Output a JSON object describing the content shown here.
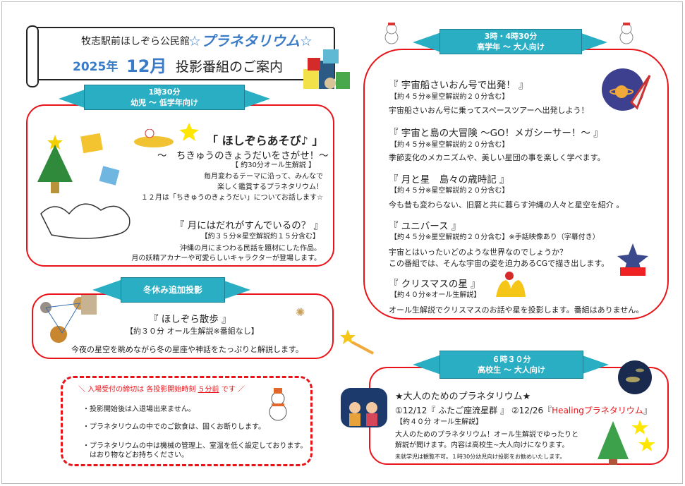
{
  "header": {
    "venue": "牧志駅前ほしぞら公民館",
    "title": "☆プラネタリウム☆",
    "year": "2025年",
    "month": "12月",
    "subtitle": "投影番組のご案内"
  },
  "section1": {
    "time": "1時30分",
    "audience": "幼児 ～ 低学年向け",
    "program1": {
      "title": "「 ほしぞらあそび♪ 」",
      "subtitle": "～　ちきゅうのきょうだいをさがせ！～",
      "duration": "【 約30分オール生解説 】",
      "desc": [
        "毎月変わるテーマに沿って、みんなで",
        "楽しく鑑賞するプラネタリウム！",
        "１２月は「ちきゅうのきょうだい」についてお話します☆"
      ]
    },
    "program2": {
      "title": "『 月にはだれがすんでいるの？ 』",
      "duration": "【約３５分※星空解説約１５分含む】",
      "desc": [
        "沖縄の月にまつわる民話を題材にした作品。",
        "月の妖精アカナーや可愛らしいキャラクターが登場します。"
      ]
    }
  },
  "section2": {
    "label": "冬休み追加投影",
    "title": "『 ほしぞら散歩 』",
    "duration": "【約３０分 オール生解説※番組なし】",
    "desc": "今夜の星空を眺めながら冬の星座や神話をたっぷりと解説します。"
  },
  "notice": {
    "headline_pre": "＼ 入場受付の締切は 各投影開始時刻",
    "headline_em": "５分前",
    "headline_post": "です ／",
    "items": [
      "・投影開始後は入退場出来ません。",
      "・プラネタリウムの中でのご飲食は、固くお断りします。",
      "・プラネタリウムの中は機械の管理上、室温を低く設定しております。",
      "　はおり物などお持ちください。"
    ]
  },
  "section3": {
    "time": "3時・4時30分",
    "audience": "高学年 ～ 大人向け",
    "programs": [
      {
        "title": "『 宇宙船さいおん号で出発！ 』",
        "duration": "【約４５分※星空解説約２０分含む】",
        "desc": "宇宙船さいおん号に乗ってスペースツアーへ出発しよう！"
      },
      {
        "title": "『 宇宙と島の大冒険 ～GO！メガシーサー！～ 』",
        "duration": "【約４５分※星空解説約２０分含む】",
        "desc": "季節変化のメカニズムや、美しい星団の事を楽しく学べます。"
      },
      {
        "title": "『 月と星　島々の歳時記 』",
        "duration": "【約４５分※星空解説約２０分含む】",
        "desc": "今も昔も変わらない、旧暦と共に暮らす沖縄の人々と星空を紹介 。"
      },
      {
        "title": "『 ユニバース 』",
        "duration": "【約４５分※星空解説約２０分含む】※手話映像あり（字幕付き）",
        "desc": "宇宙とはいったいどのような世界なのでしょうか？",
        "desc2": "この番組では、そんな宇宙の姿を迫力あるCGで描き出します。"
      },
      {
        "title": "『 クリスマスの星 』",
        "duration": "【約４０分※オール生解説】",
        "desc": "オール生解説でクリスマスのお話や星を投影します。番組はありません。"
      }
    ]
  },
  "section4": {
    "time": "６時３０分",
    "audience": "高校生 ～ 大人向け",
    "title": "★大人のためのプラネタリウム★",
    "date1": "①12/12『 ふたご座流星群 』",
    "date2_pre": "②12/26『",
    "date2_em": "Healingプラネタリウム",
    "date2_post": "』",
    "duration": "【約４０分 オール生解説】",
    "desc": [
      "大人のためのプラネタリウム！オール生解説でゆったりと",
      "解説が聞けます。内容は高校生~大人向けになります。"
    ],
    "note": "未就学児は観覧不可。１時30分幼児向け投影をお勧めいたします。"
  },
  "colors": {
    "red": "#e8141a",
    "ribbon": "#2aaec4",
    "title_blue": "#3a7bc8"
  }
}
